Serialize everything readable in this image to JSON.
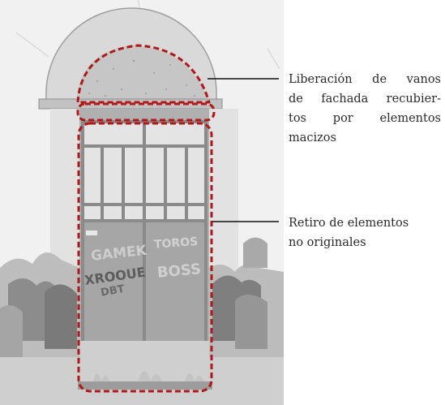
{
  "annotations": [
    {
      "lines": [
        "Liberación de vanos",
        "de fachada recubier-",
        "tos por elementos",
        "macizos"
      ]
    },
    {
      "lines": [
        "Retiro de elementos",
        "no originales"
      ]
    }
  ],
  "graffiti": [
    "GAMEK",
    "XROOUE",
    "DBT",
    "TOROS",
    "BOSS"
  ],
  "colors": {
    "dashed_outline": "#b01818",
    "leader_line": "#111111",
    "facade_gray": "#d6d6d6",
    "stone_gray": "#b9b9b9",
    "door_gray": "#a3a3a3",
    "frame_gray": "#8a8a8a",
    "graffiti_light": "#c9c9c9",
    "graffiti_dark": "#5a5a5a",
    "text": "#2a2a2a"
  }
}
